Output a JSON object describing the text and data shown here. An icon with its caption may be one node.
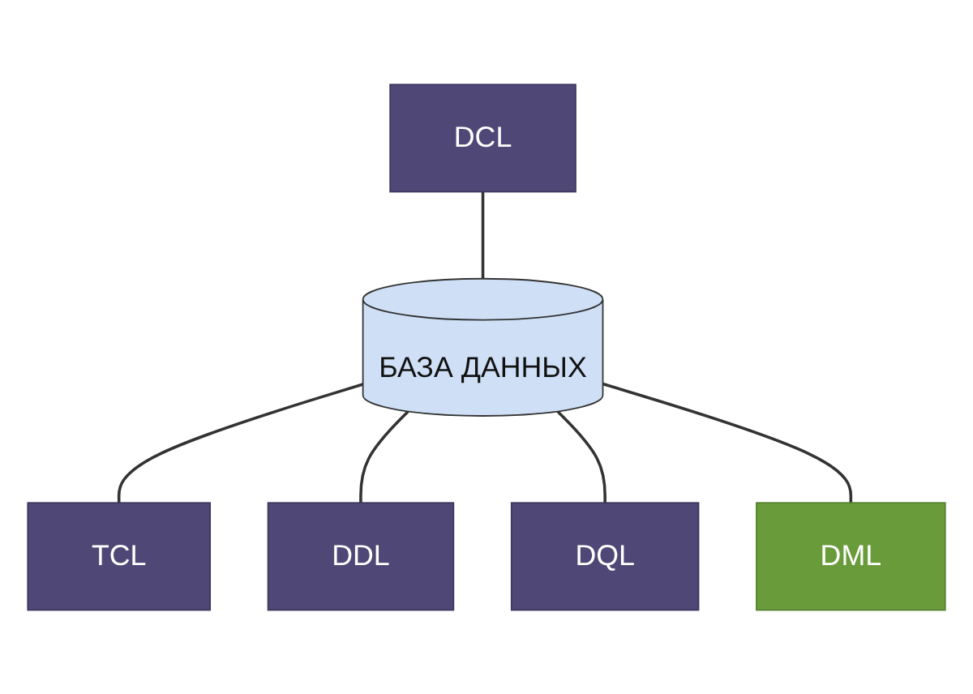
{
  "diagram": {
    "nodes": [
      {
        "text": [
          "БАЗА ДАННЫХ"
        ]
      },
      {
        "text": [
          "DCL"
        ]
      },
      {
        "text": [
          "TCL"
        ]
      },
      {
        "text": [
          "DDL"
        ]
      },
      {
        "text": [
          "DQL"
        ]
      },
      {
        "text": [
          "DML"
        ]
      }
    ],
    "edges": [
      {
        "from": 1,
        "to": 0,
        "arrow": "none"
      },
      {
        "from": 0,
        "to": 2,
        "arrow": "none"
      },
      {
        "from": 0,
        "to": 3,
        "arrow": "none"
      },
      {
        "from": 0,
        "to": 4,
        "arrow": "none"
      },
      {
        "from": 0,
        "to": 5,
        "arrow": "none"
      }
    ]
  }
}
